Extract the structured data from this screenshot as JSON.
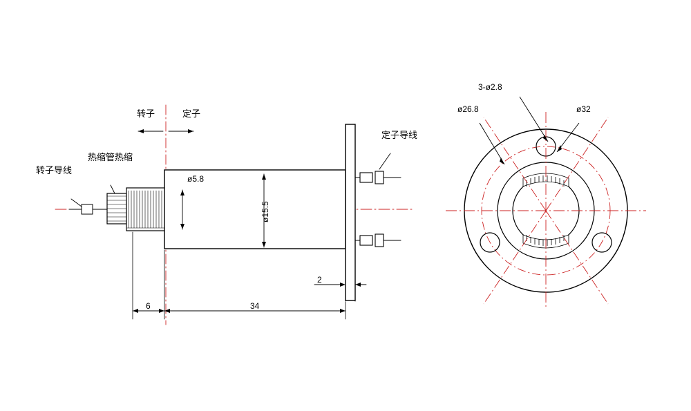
{
  "drawing": {
    "title": "slip ring mechanical drawing",
    "line_color": "#000000",
    "centerline_color": "#cc2222",
    "views": {
      "side": "side elevation view",
      "front": "front (flange) section view"
    }
  },
  "labels": {
    "rotor_side": "转子",
    "stator_side": "定子",
    "rotor_lead": "转子导线",
    "stator_lead": "定子导线",
    "heat_shrink": "热缩管热缩"
  },
  "dimensions": {
    "bore_dia": "ø5.8",
    "body_dia": "ø15.5",
    "lead_length": "6",
    "body_length": "34",
    "flange_thickness": "2",
    "hole_callout": "3-ø2.8",
    "bolt_circle": "ø26.8",
    "flange_dia": "ø32"
  }
}
